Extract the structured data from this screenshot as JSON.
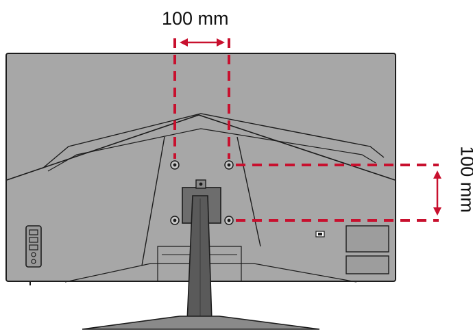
{
  "diagram": {
    "horizontal_spacing_label": "100 mm",
    "vertical_spacing_label": "100 mm",
    "colors": {
      "panel": "#a7a7a7",
      "outline": "#1c1c1c",
      "dimension_lines": "#c8102e",
      "stand": "#5a5a5a"
    },
    "icons": [
      "monitor-back-panel",
      "vesa-screw-hole",
      "stand-icon",
      "port-panel-icon",
      "dimension-arrow-icon"
    ]
  }
}
